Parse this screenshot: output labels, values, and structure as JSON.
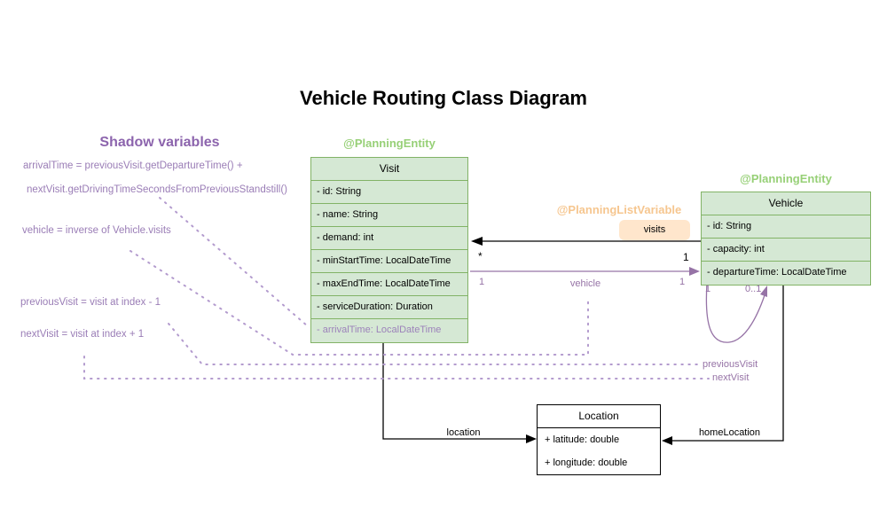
{
  "title": "Vehicle Routing Class Diagram",
  "shadow": {
    "heading": "Shadow variables",
    "notes": [
      "arrivalTime = previousVisit.getDepartureTime() +",
      "nextVisit.getDrivingTimeSecondsFromPreviousStandstill()",
      "vehicle = inverse of Vehicle.visits",
      "previousVisit = visit at index - 1",
      "nextVisit = visit at index + 1"
    ]
  },
  "classes": {
    "visit": {
      "annotation": "@PlanningEntity",
      "name": "Visit",
      "attributes": [
        "- id: String",
        "- name: String",
        "- demand: int",
        "- minStartTime: LocalDateTime",
        "- maxEndTime: LocalDateTime",
        "- serviceDuration: Duration",
        "- arrivalTime: LocalDateTime"
      ]
    },
    "vehicle": {
      "annotation": "@PlanningEntity",
      "name": "Vehicle",
      "attributes": [
        "- id: String",
        "- capacity: int",
        "- departureTime: LocalDateTime"
      ]
    },
    "location": {
      "name": "Location",
      "attributes": [
        "+ latitude: double",
        "+ longitude: double"
      ]
    }
  },
  "relations": {
    "visits": {
      "annotation": "@PlanningListVariable",
      "label": "visits",
      "mult_at_visit": "*",
      "mult_at_vehicle": "1"
    },
    "vehicle_ref": {
      "label": "vehicle",
      "mult_left": "1",
      "mult_right": "1"
    },
    "chain_loop": {
      "mult_prev": "1",
      "mult_next": "0..1",
      "prev_label": "previousVisit",
      "next_label": "nextVisit"
    },
    "location_ref": {
      "label": "location"
    },
    "home_location_ref": {
      "label": "homeLocation"
    }
  },
  "colors": {
    "entity_fill": "#d5e8d4",
    "entity_stroke": "#82b366",
    "annotation_green": "#97d077",
    "annotation_orange": "#f6c68f",
    "visits_chip_bg": "#ffe6cc",
    "relation_purple": "#9673a6",
    "dotted_purple": "#b39bce",
    "shadow_note_purple": "#9a7db6",
    "shadow_heading_purple": "#8c64ad",
    "black": "#000000"
  }
}
